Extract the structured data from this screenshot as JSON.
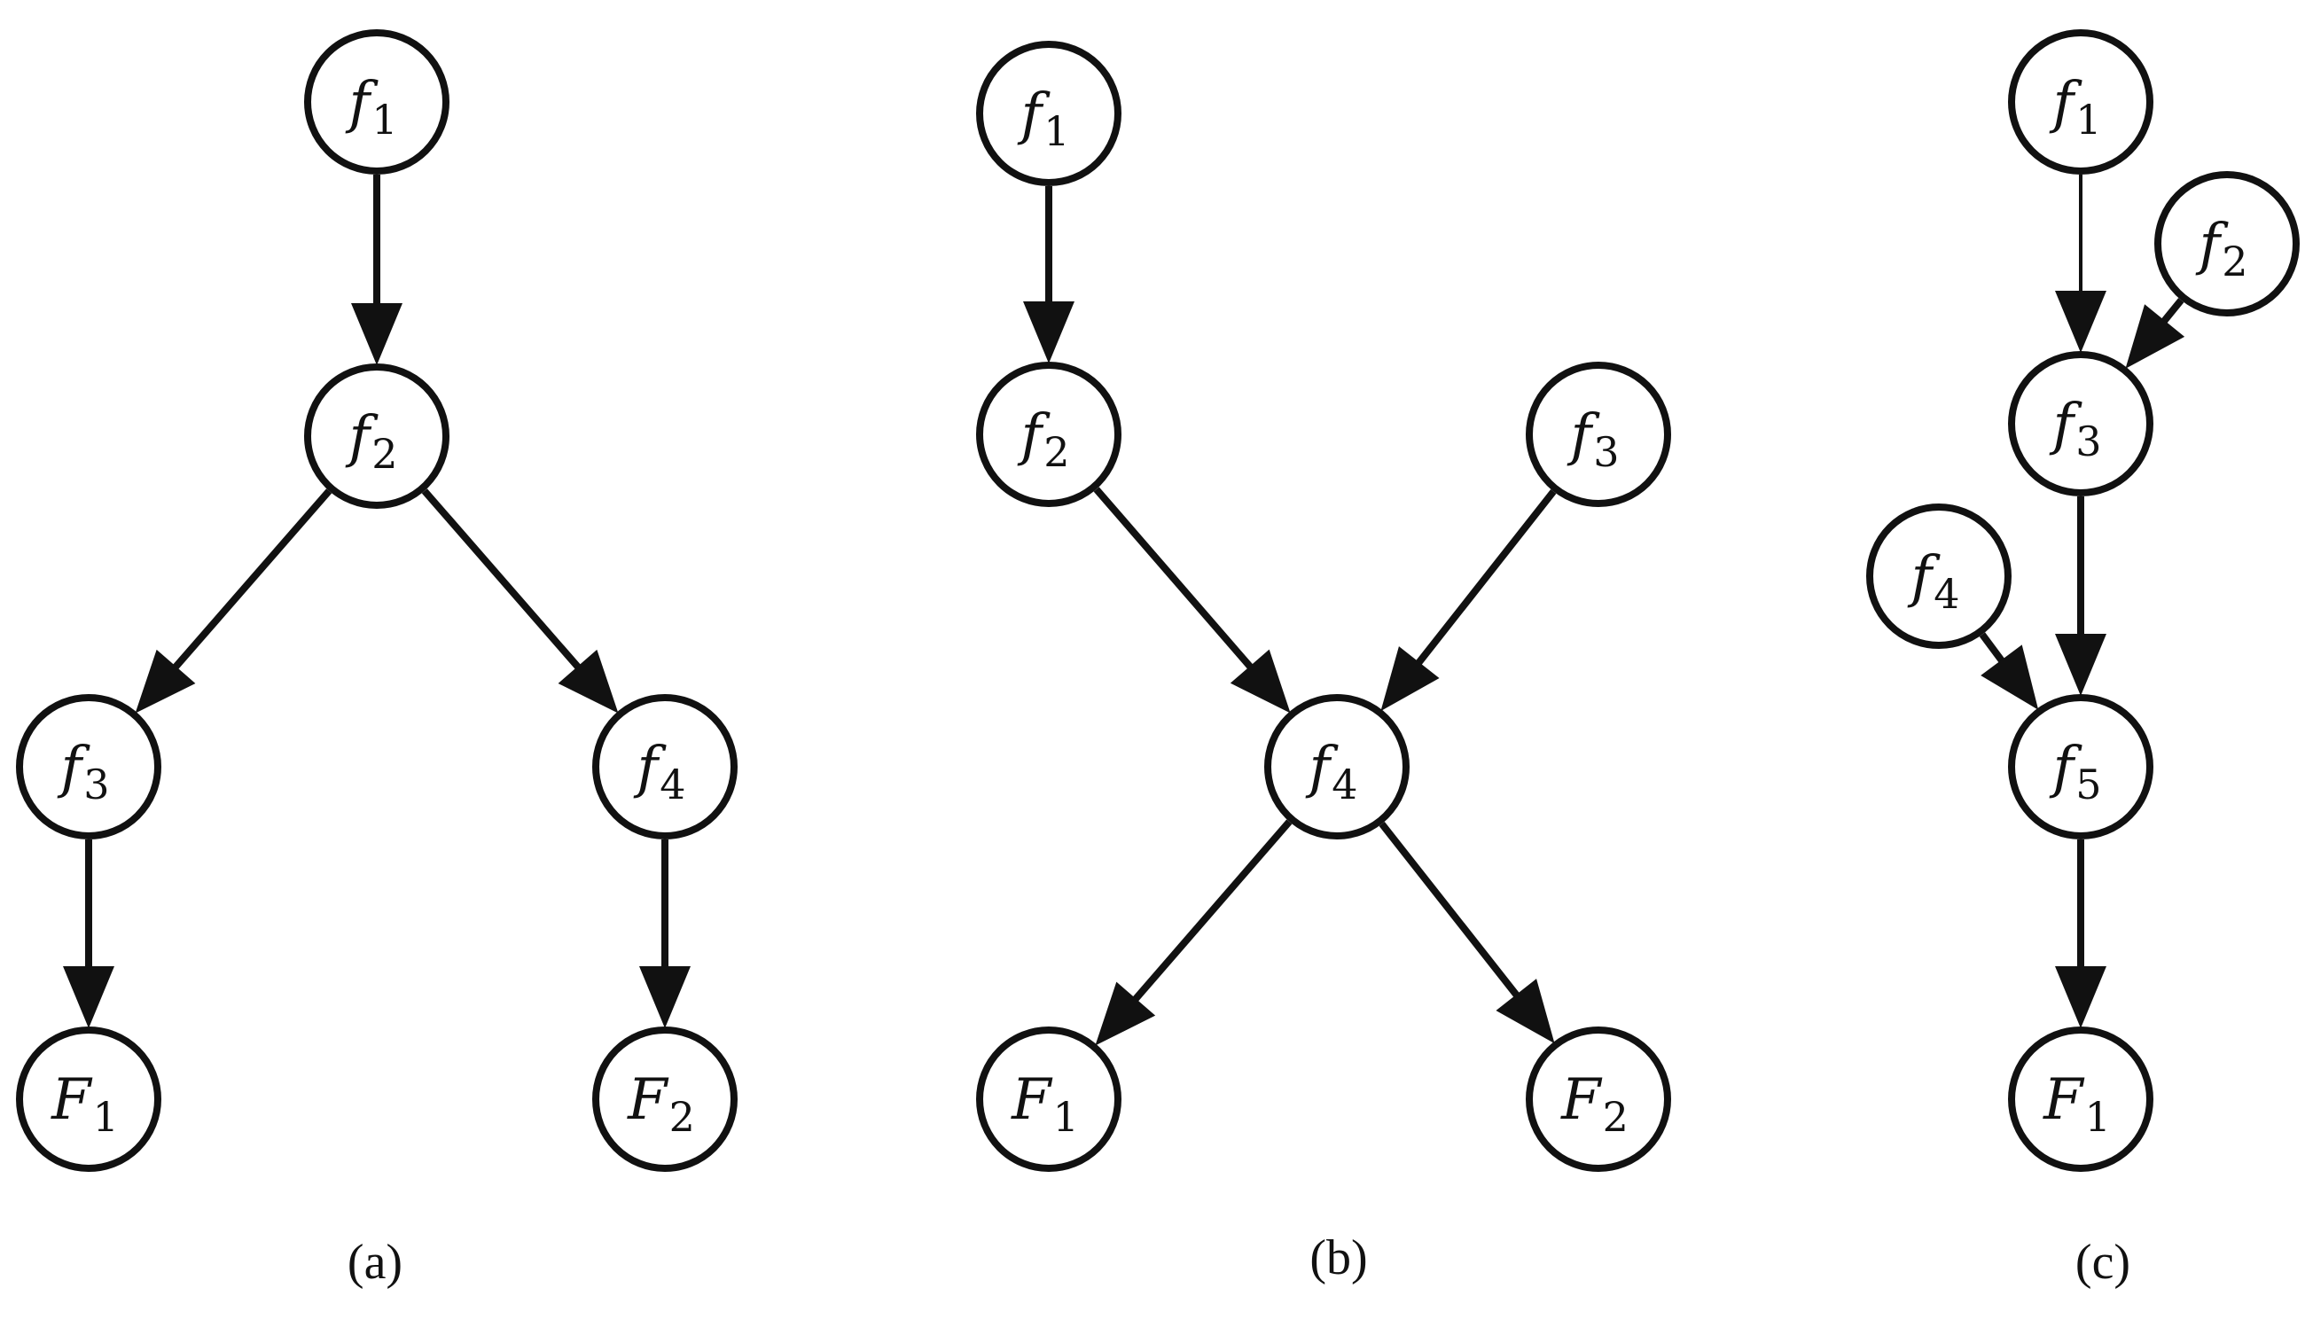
{
  "panels": [
    {
      "id": "a",
      "caption": "(a)",
      "nodes": [
        {
          "id": "f1",
          "base": "f",
          "sub": "1"
        },
        {
          "id": "f2",
          "base": "f",
          "sub": "2"
        },
        {
          "id": "f3",
          "base": "f",
          "sub": "3"
        },
        {
          "id": "f4",
          "base": "f",
          "sub": "4"
        },
        {
          "id": "F1",
          "base": "F",
          "sub": "1"
        },
        {
          "id": "F2",
          "base": "F",
          "sub": "2"
        }
      ],
      "edges": [
        {
          "from": "f1",
          "to": "f2"
        },
        {
          "from": "f2",
          "to": "f3"
        },
        {
          "from": "f2",
          "to": "f4"
        },
        {
          "from": "f3",
          "to": "F1"
        },
        {
          "from": "f4",
          "to": "F2"
        }
      ]
    },
    {
      "id": "b",
      "caption": "(b)",
      "nodes": [
        {
          "id": "f1",
          "base": "f",
          "sub": "1"
        },
        {
          "id": "f2",
          "base": "f",
          "sub": "2"
        },
        {
          "id": "f3",
          "base": "f",
          "sub": "3"
        },
        {
          "id": "f4",
          "base": "f",
          "sub": "4"
        },
        {
          "id": "F1",
          "base": "F",
          "sub": "1"
        },
        {
          "id": "F2",
          "base": "F",
          "sub": "2"
        }
      ],
      "edges": [
        {
          "from": "f1",
          "to": "f2"
        },
        {
          "from": "f2",
          "to": "f4"
        },
        {
          "from": "f3",
          "to": "f4"
        },
        {
          "from": "f4",
          "to": "F1"
        },
        {
          "from": "f4",
          "to": "F2"
        }
      ]
    },
    {
      "id": "c",
      "caption": "(c)",
      "nodes": [
        {
          "id": "f1",
          "base": "f",
          "sub": "1"
        },
        {
          "id": "f2",
          "base": "f",
          "sub": "2"
        },
        {
          "id": "f3",
          "base": "f",
          "sub": "3"
        },
        {
          "id": "f4",
          "base": "f",
          "sub": "4"
        },
        {
          "id": "f5",
          "base": "f",
          "sub": "5"
        },
        {
          "id": "F1",
          "base": "F",
          "sub": "1"
        }
      ],
      "edges": [
        {
          "from": "f1",
          "to": "f3"
        },
        {
          "from": "f2",
          "to": "f3"
        },
        {
          "from": "f3",
          "to": "f5"
        },
        {
          "from": "f4",
          "to": "f5"
        },
        {
          "from": "f5",
          "to": "F1"
        }
      ]
    }
  ]
}
